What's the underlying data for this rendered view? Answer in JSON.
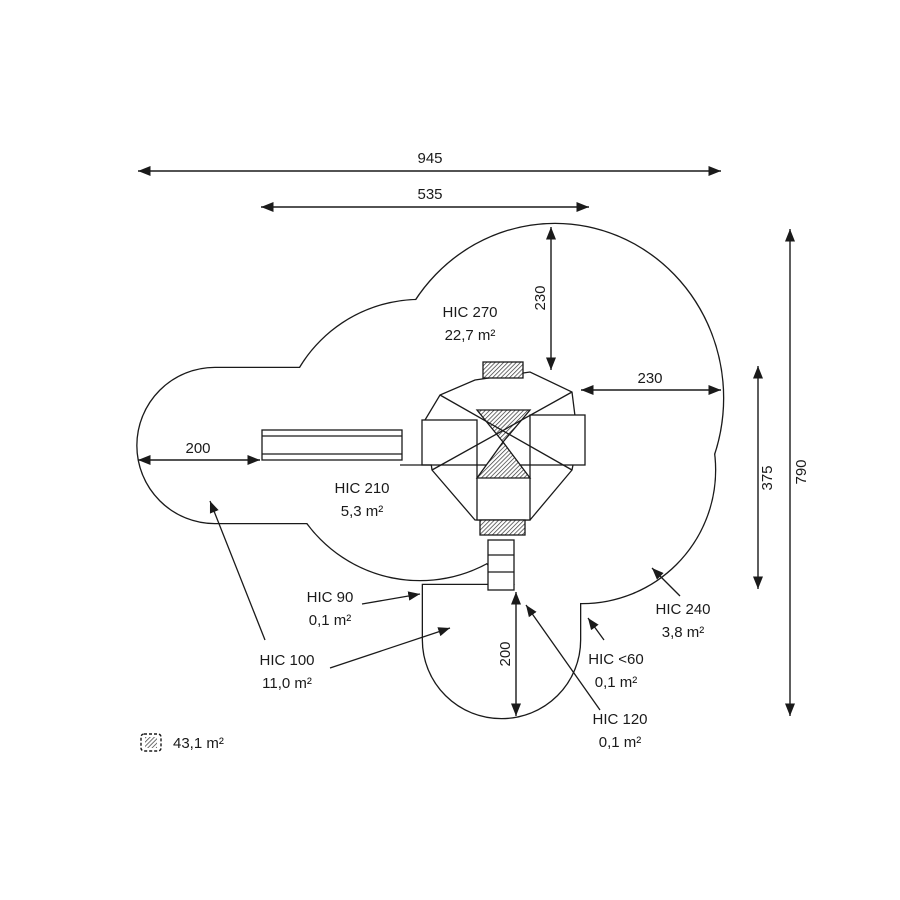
{
  "dimensions": {
    "total_width": "945",
    "play_width": "535",
    "top_clearance": "230",
    "right_clearance": "230",
    "left_clearance": "200",
    "bottom_clearance": "200",
    "structure_depth": "375",
    "total_depth": "790"
  },
  "zones": [
    {
      "hic": "HIC 270",
      "area": "22,7 m²"
    },
    {
      "hic": "HIC 210",
      "area": "5,3 m²"
    },
    {
      "hic": "HIC 90",
      "area": "0,1 m²"
    },
    {
      "hic": "HIC 100",
      "area": "11,0 m²"
    },
    {
      "hic": "HIC 240",
      "area": "3,8 m²"
    },
    {
      "hic": "HIC <60",
      "area": "0,1 m²"
    },
    {
      "hic": "HIC 120",
      "area": "0,1 m²"
    }
  ],
  "legend": {
    "icon": "hatched-area-icon",
    "total_area": "43,1 m²"
  }
}
